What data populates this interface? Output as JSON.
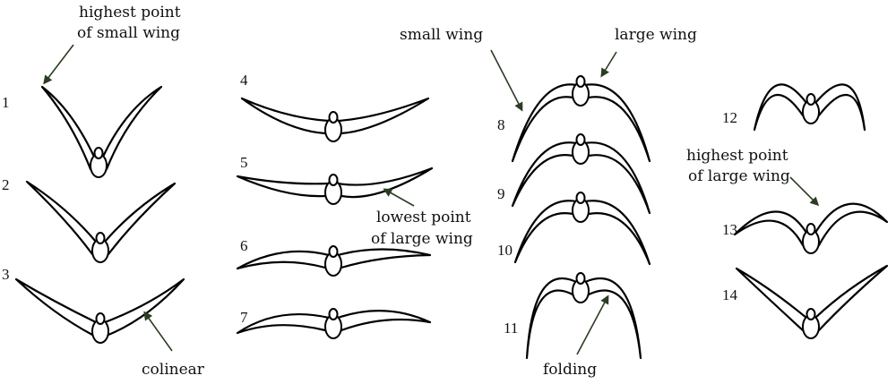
{
  "figure": {
    "birds": [
      {
        "number": "1"
      },
      {
        "number": "2"
      },
      {
        "number": "3"
      },
      {
        "number": "4"
      },
      {
        "number": "5"
      },
      {
        "number": "6"
      },
      {
        "number": "7"
      },
      {
        "number": "8"
      },
      {
        "number": "9"
      },
      {
        "number": "10"
      },
      {
        "number": "11"
      },
      {
        "number": "12"
      },
      {
        "number": "13"
      },
      {
        "number": "14"
      }
    ],
    "annotations": {
      "highest_small_line1": "highest point",
      "highest_small_line2": "of small wing",
      "colinear": "colinear",
      "lowest_large_line1": "lowest point",
      "lowest_large_line2": "of large wing",
      "small_wing": "small wing",
      "large_wing": "large wing",
      "folding": "folding",
      "highest_large_line1": "highest point",
      "highest_large_line2": "of large wing"
    },
    "colors": {
      "arrow": "#2b3d23",
      "line": "#000000"
    }
  }
}
